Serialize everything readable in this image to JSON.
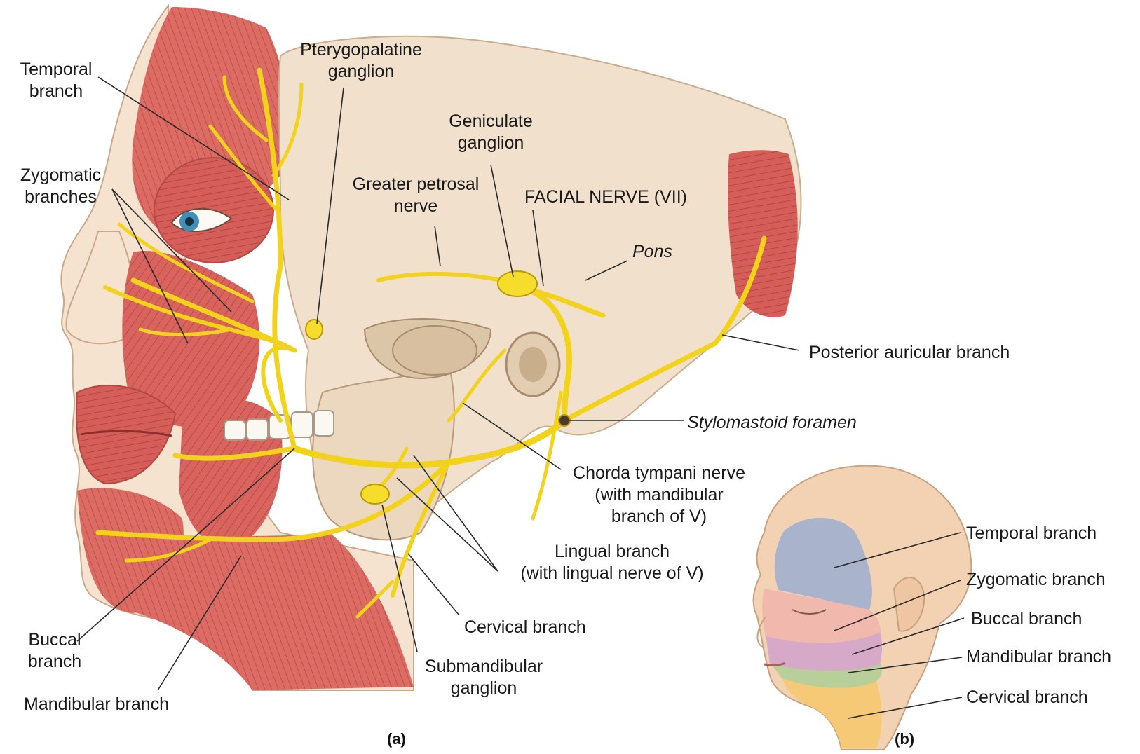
{
  "colors": {
    "nerve": "#f2d21b",
    "nerve_outline": "#b89a0c",
    "muscle": "#d9645e",
    "muscle_light": "#ea9a8d",
    "skin": "#f4ddc6",
    "bone": "#efdcc4",
    "skull": "#f3e6d6",
    "region_temporal": "#a9b3cb",
    "region_zygomatic": "#f1b8ad",
    "region_buccal": "#d7a9c9",
    "region_mandibular": "#b9cf9a",
    "region_cervical": "#f5c976"
  },
  "figure_a": {
    "caption": "(a)",
    "labels": {
      "temporal": [
        "Temporal",
        "branch"
      ],
      "zygomatic": [
        "Zygomatic",
        "branches"
      ],
      "pterygopalatine": [
        "Pterygopalatine",
        "ganglion"
      ],
      "geniculate": [
        "Geniculate",
        "ganglion"
      ],
      "greater_petrosal": [
        "Greater petrosal",
        "nerve"
      ],
      "facial_nerve": "FACIAL NERVE (VII)",
      "pons": "Pons",
      "posterior_auricular": "Posterior auricular branch",
      "stylomastoid": "Stylomastoid foramen",
      "chorda_tympani": [
        "Chorda tympani nerve",
        "(with mandibular",
        "branch of V)"
      ],
      "lingual": [
        "Lingual branch",
        "(with lingual nerve of V)"
      ],
      "cervical": "Cervical branch",
      "submandibular": [
        "Submandibular",
        "ganglion"
      ],
      "buccal": [
        "Buccal",
        "branch"
      ],
      "mandibular": "Mandibular branch"
    }
  },
  "figure_b": {
    "caption": "(b)",
    "labels": {
      "temporal": "Temporal branch",
      "zygomatic": "Zygomatic branch",
      "buccal": "Buccal branch",
      "mandibular": "Mandibular branch",
      "cervical": "Cervical branch"
    }
  }
}
